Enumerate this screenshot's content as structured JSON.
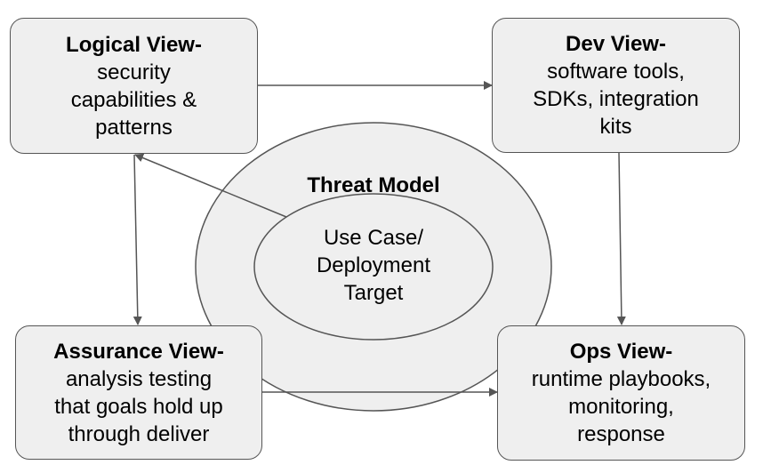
{
  "colors": {
    "fill": "#efefef",
    "stroke": "#555555",
    "text": "#000000"
  },
  "threat_model": {
    "title": "Threat Model",
    "inner_lines": [
      "Use Case/",
      "Deployment",
      "Target"
    ]
  },
  "views": {
    "logical": {
      "title": "Logical View-",
      "lines": [
        "security",
        "capabilities &",
        "patterns"
      ]
    },
    "dev": {
      "title": "Dev View-",
      "lines": [
        "software tools,",
        "SDKs, integration",
        "kits"
      ]
    },
    "assurance": {
      "title": "Assurance View-",
      "lines": [
        "analysis testing",
        "that goals hold up",
        "through deliver"
      ]
    },
    "ops": {
      "title": "Ops View-",
      "lines": [
        "runtime playbooks,",
        "monitoring,",
        "response"
      ]
    }
  }
}
